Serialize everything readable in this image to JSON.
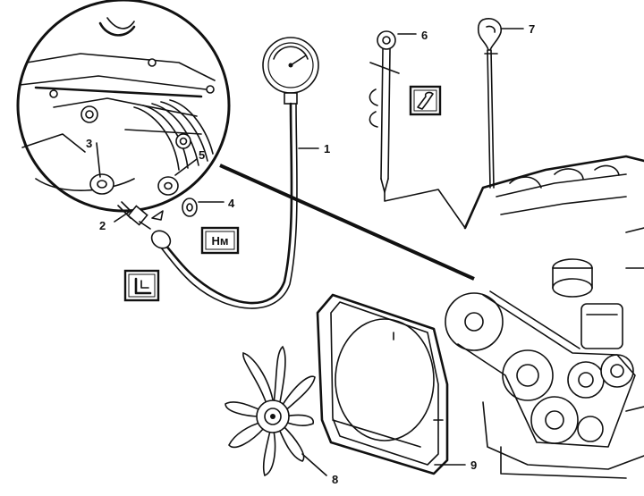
{
  "callouts": {
    "c1": "1",
    "c2": "2",
    "c3": "3",
    "c4": "4",
    "c5": "5",
    "c6": "6",
    "c7": "7",
    "c8": "8",
    "c9": "9"
  },
  "symbols": {
    "torque": "Нм"
  }
}
